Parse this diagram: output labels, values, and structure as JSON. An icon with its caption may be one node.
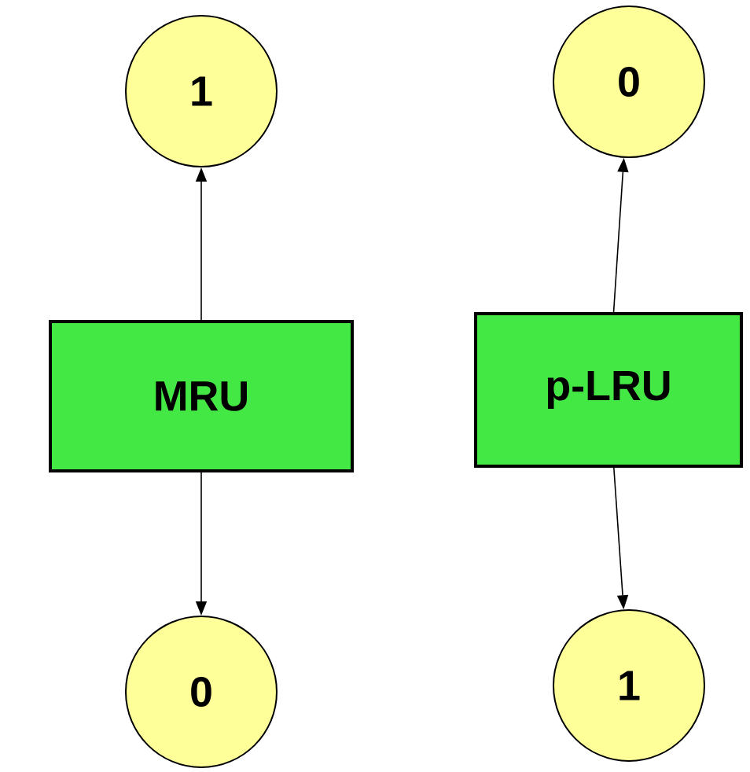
{
  "diagram": {
    "nodes": [
      {
        "text": [
          "1"
        ]
      },
      {
        "text": [
          "0"
        ]
      },
      {
        "text": [
          "MRU"
        ]
      },
      {
        "text": [
          "p-LRU"
        ]
      },
      {
        "text": [
          "0"
        ]
      },
      {
        "text": [
          "1"
        ]
      }
    ],
    "edges": [
      {
        "from": 2,
        "to": 0,
        "arrow": "to"
      },
      {
        "from": 2,
        "to": 4,
        "arrow": "to"
      },
      {
        "from": 3,
        "to": 1,
        "arrow": "to"
      },
      {
        "from": 3,
        "to": 5,
        "arrow": "to"
      }
    ]
  }
}
